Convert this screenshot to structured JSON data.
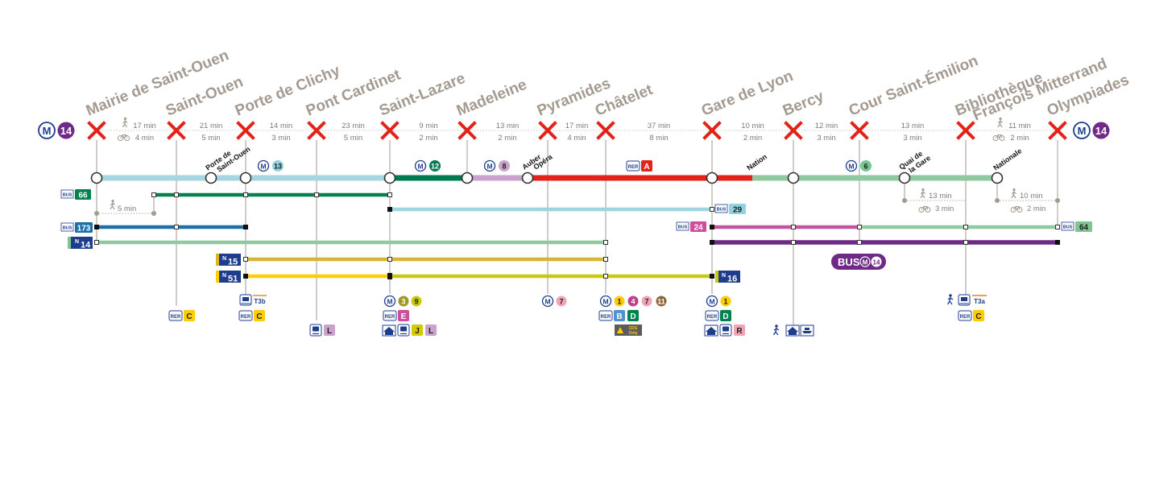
{
  "line": {
    "number": "14",
    "metro_letter": "M",
    "color": "#6e2a86"
  },
  "stations": [
    {
      "name": "Mairie de Saint-Ouen"
    },
    {
      "name": "Saint-Ouen"
    },
    {
      "name": "Porte de Clichy"
    },
    {
      "name": "Pont Cardinet"
    },
    {
      "name": "Saint-Lazare"
    },
    {
      "name": "Madeleine"
    },
    {
      "name": "Pyramides"
    },
    {
      "name": "Châtelet"
    },
    {
      "name": "Gare de Lyon"
    },
    {
      "name": "Bercy"
    },
    {
      "name": "Cour Saint-Émilion"
    },
    {
      "name": "Bibliothèque",
      "name2": "François Mitterrand"
    },
    {
      "name": "Olympiades"
    }
  ],
  "segments": [
    {
      "top": "17 min",
      "bottom": "4 min",
      "top_icon": "walk-icon",
      "bottom_icon": "bike-icon"
    },
    {
      "top": "21 min",
      "bottom": "5 min"
    },
    {
      "top": "14 min",
      "bottom": "3 min"
    },
    {
      "top": "23 min",
      "bottom": "5 min"
    },
    {
      "top": "9 min",
      "bottom": "2 min"
    },
    {
      "top": "13 min",
      "bottom": "2 min"
    },
    {
      "top": "17 min",
      "bottom": "4 min"
    },
    {
      "top": "37 min",
      "bottom": "8 min"
    },
    {
      "top": "10 min",
      "bottom": "2 min"
    },
    {
      "top": "12 min",
      "bottom": "3 min"
    },
    {
      "top": "13 min",
      "bottom": "3 min"
    },
    {
      "top": "11 min",
      "bottom": "2 min",
      "top_icon": "walk-icon",
      "bottom_icon": "bike-icon"
    }
  ],
  "alt_stops": [
    {
      "name": "Porte de",
      "name2": "Saint-Ouen"
    },
    {
      "name": "Auber",
      "name2": "Opéra"
    },
    {
      "name": "Nation"
    },
    {
      "name": "Quai de",
      "name2": "la Gare"
    },
    {
      "name": "Nationale"
    }
  ],
  "metro_badges": [
    {
      "number": "13",
      "color": "#8fd3e0",
      "text_color": "#1d3d8f"
    },
    {
      "number": "12",
      "color": "#007852",
      "text_color": "#ffffff"
    },
    {
      "number": "8",
      "color": "#c9a3cc",
      "text_color": "#1d3d8f"
    },
    {
      "number": "6",
      "color": "#75c695",
      "text_color": "#1d3d8f"
    }
  ],
  "rer_a": {
    "prefix": "RER",
    "letter": "A",
    "color": "#e2231a"
  },
  "walks": [
    {
      "label": "5 min",
      "icon": "walk-icon"
    },
    {
      "label": "13 min",
      "label2": "3 min",
      "icon": "walk-icon",
      "icon2": "bike-icon"
    },
    {
      "label": "10 min",
      "label2": "2 min",
      "icon": "walk-icon",
      "icon2": "bike-icon"
    }
  ],
  "bus_lines": [
    {
      "prefix": "BUS",
      "number": "66",
      "color": "#00814f",
      "text_color": "#ffffff"
    },
    {
      "prefix": "BUS",
      "number": "173",
      "color": "#1e6fa8",
      "text_color": "#ffffff"
    },
    {
      "prefix": "BUS",
      "number": "29",
      "color": "#8fd3e0",
      "text_color": "#1d3d8f"
    },
    {
      "prefix": "BUS",
      "number": "24",
      "color": "#d04c9c",
      "text_color": "#ffffff"
    },
    {
      "prefix": "BUS",
      "number": "64",
      "color": "#82c491",
      "text_color": "#1d3d8f"
    }
  ],
  "noctilien": [
    {
      "letter": "N",
      "number": "14",
      "color": "#82c491"
    },
    {
      "letter": "N",
      "number": "15",
      "color": "#d9b52b"
    },
    {
      "letter": "N",
      "number": "51",
      "color": "#ffcd00"
    },
    {
      "letter": "N",
      "number": "16",
      "color": "#c9c90e"
    }
  ],
  "bus_m14": {
    "prefix": "BUS",
    "metro_letter": "M",
    "number": "14",
    "color": "#6e2a86"
  },
  "connections": {
    "saint_ouen": {
      "rer": "RER",
      "rer_lines": [
        "C"
      ]
    },
    "porte_clichy": {
      "tram": "T3b",
      "rer": "RER",
      "rer_lines": [
        "C"
      ]
    },
    "pont_cardinet": {
      "train_lines": [
        "L"
      ]
    },
    "saint_lazare": {
      "metro": "M",
      "metro_lines": [
        "3",
        "9"
      ],
      "rer": "RER",
      "rer_lines": [
        "E"
      ],
      "train_lines": [
        "J",
        "L"
      ]
    },
    "pyramides": {
      "metro": "M",
      "metro_lines": [
        "7"
      ]
    },
    "chatelet": {
      "metro": "M",
      "metro_lines": [
        "1",
        "4",
        "7",
        "11"
      ],
      "rer": "RER",
      "rer_lines": [
        "B",
        "D"
      ],
      "cdg_label": "CDG",
      "cdg_label2": "Only"
    },
    "gare_de_lyon": {
      "metro": "M",
      "metro_lines": [
        "1"
      ],
      "rer": "RER",
      "rer_lines": [
        "D"
      ],
      "train_lines": [
        "R"
      ]
    },
    "bibliotheque": {
      "tram": "T3a",
      "rer": "RER",
      "rer_lines": [
        "C"
      ]
    }
  },
  "colors": {
    "closed_marker": "#e2231a",
    "station_text": "#a49a91",
    "time_text": "#7c7c7c",
    "metro_blue": "#1d3d8f",
    "rer_yellow": "#ffcd00",
    "rer_purple": "#d04c9c",
    "rer_green": "#00814f",
    "rer_blue": "#5291ce",
    "transilien_purple": "#c9a3cc",
    "line13": "#8fd3e0",
    "line12": "#007852",
    "line8": "#c9a3cc",
    "line6": "#82c491",
    "line3": "#9f9825",
    "line9": "#c9c90e",
    "line1": "#ffcd00",
    "line4": "#be418d",
    "line7": "#f2a4b6",
    "line11": "#8e6538"
  }
}
